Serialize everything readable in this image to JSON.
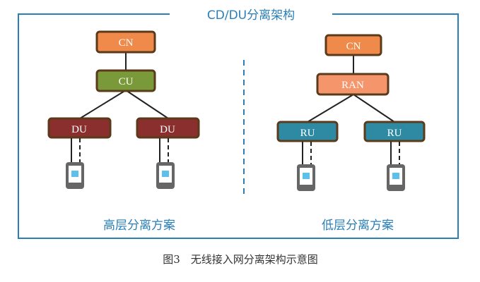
{
  "title": "CD/DU分离架构",
  "left_caption": "高层分离方案",
  "right_caption": "低层分离方案",
  "figure_caption": "图3　无线接入网分离架构示意图",
  "colors": {
    "frame": "#2a7fb8",
    "cn_fill": "#f08a4b",
    "cu_fill": "#7a9a3a",
    "du_fill": "#8b2e2e",
    "ran_fill": "#f5956c",
    "ru_fill": "#2e8aa3",
    "node_border": "#5a3a1a",
    "phone": "#666666",
    "phone_screen": "#5bc0ea"
  },
  "left": {
    "top": "CN",
    "middle": "CU",
    "leaves": [
      "DU",
      "DU"
    ]
  },
  "right": {
    "top": "CN",
    "middle": "RAN",
    "leaves": [
      "RU",
      "RU"
    ]
  }
}
